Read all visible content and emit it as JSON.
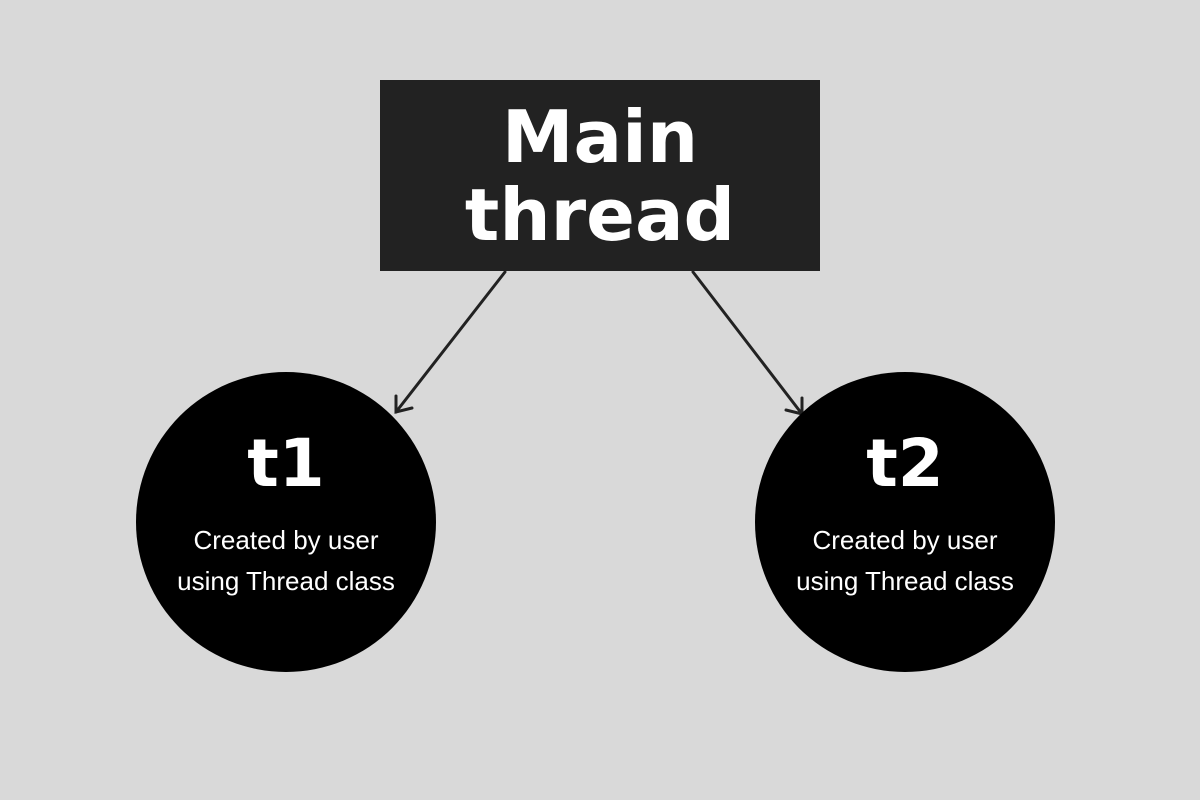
{
  "main_node": {
    "line1": "Main",
    "line2": "thread"
  },
  "nodes": [
    {
      "title": "t1",
      "desc_line1": "Created by user",
      "desc_line2": "using Thread class"
    },
    {
      "title": "t2",
      "desc_line1": "Created by user",
      "desc_line2": "using Thread class"
    }
  ],
  "colors": {
    "background": "#d9d9d9",
    "main_box": "#222222",
    "circle": "#000000",
    "arrow": "#222222"
  }
}
